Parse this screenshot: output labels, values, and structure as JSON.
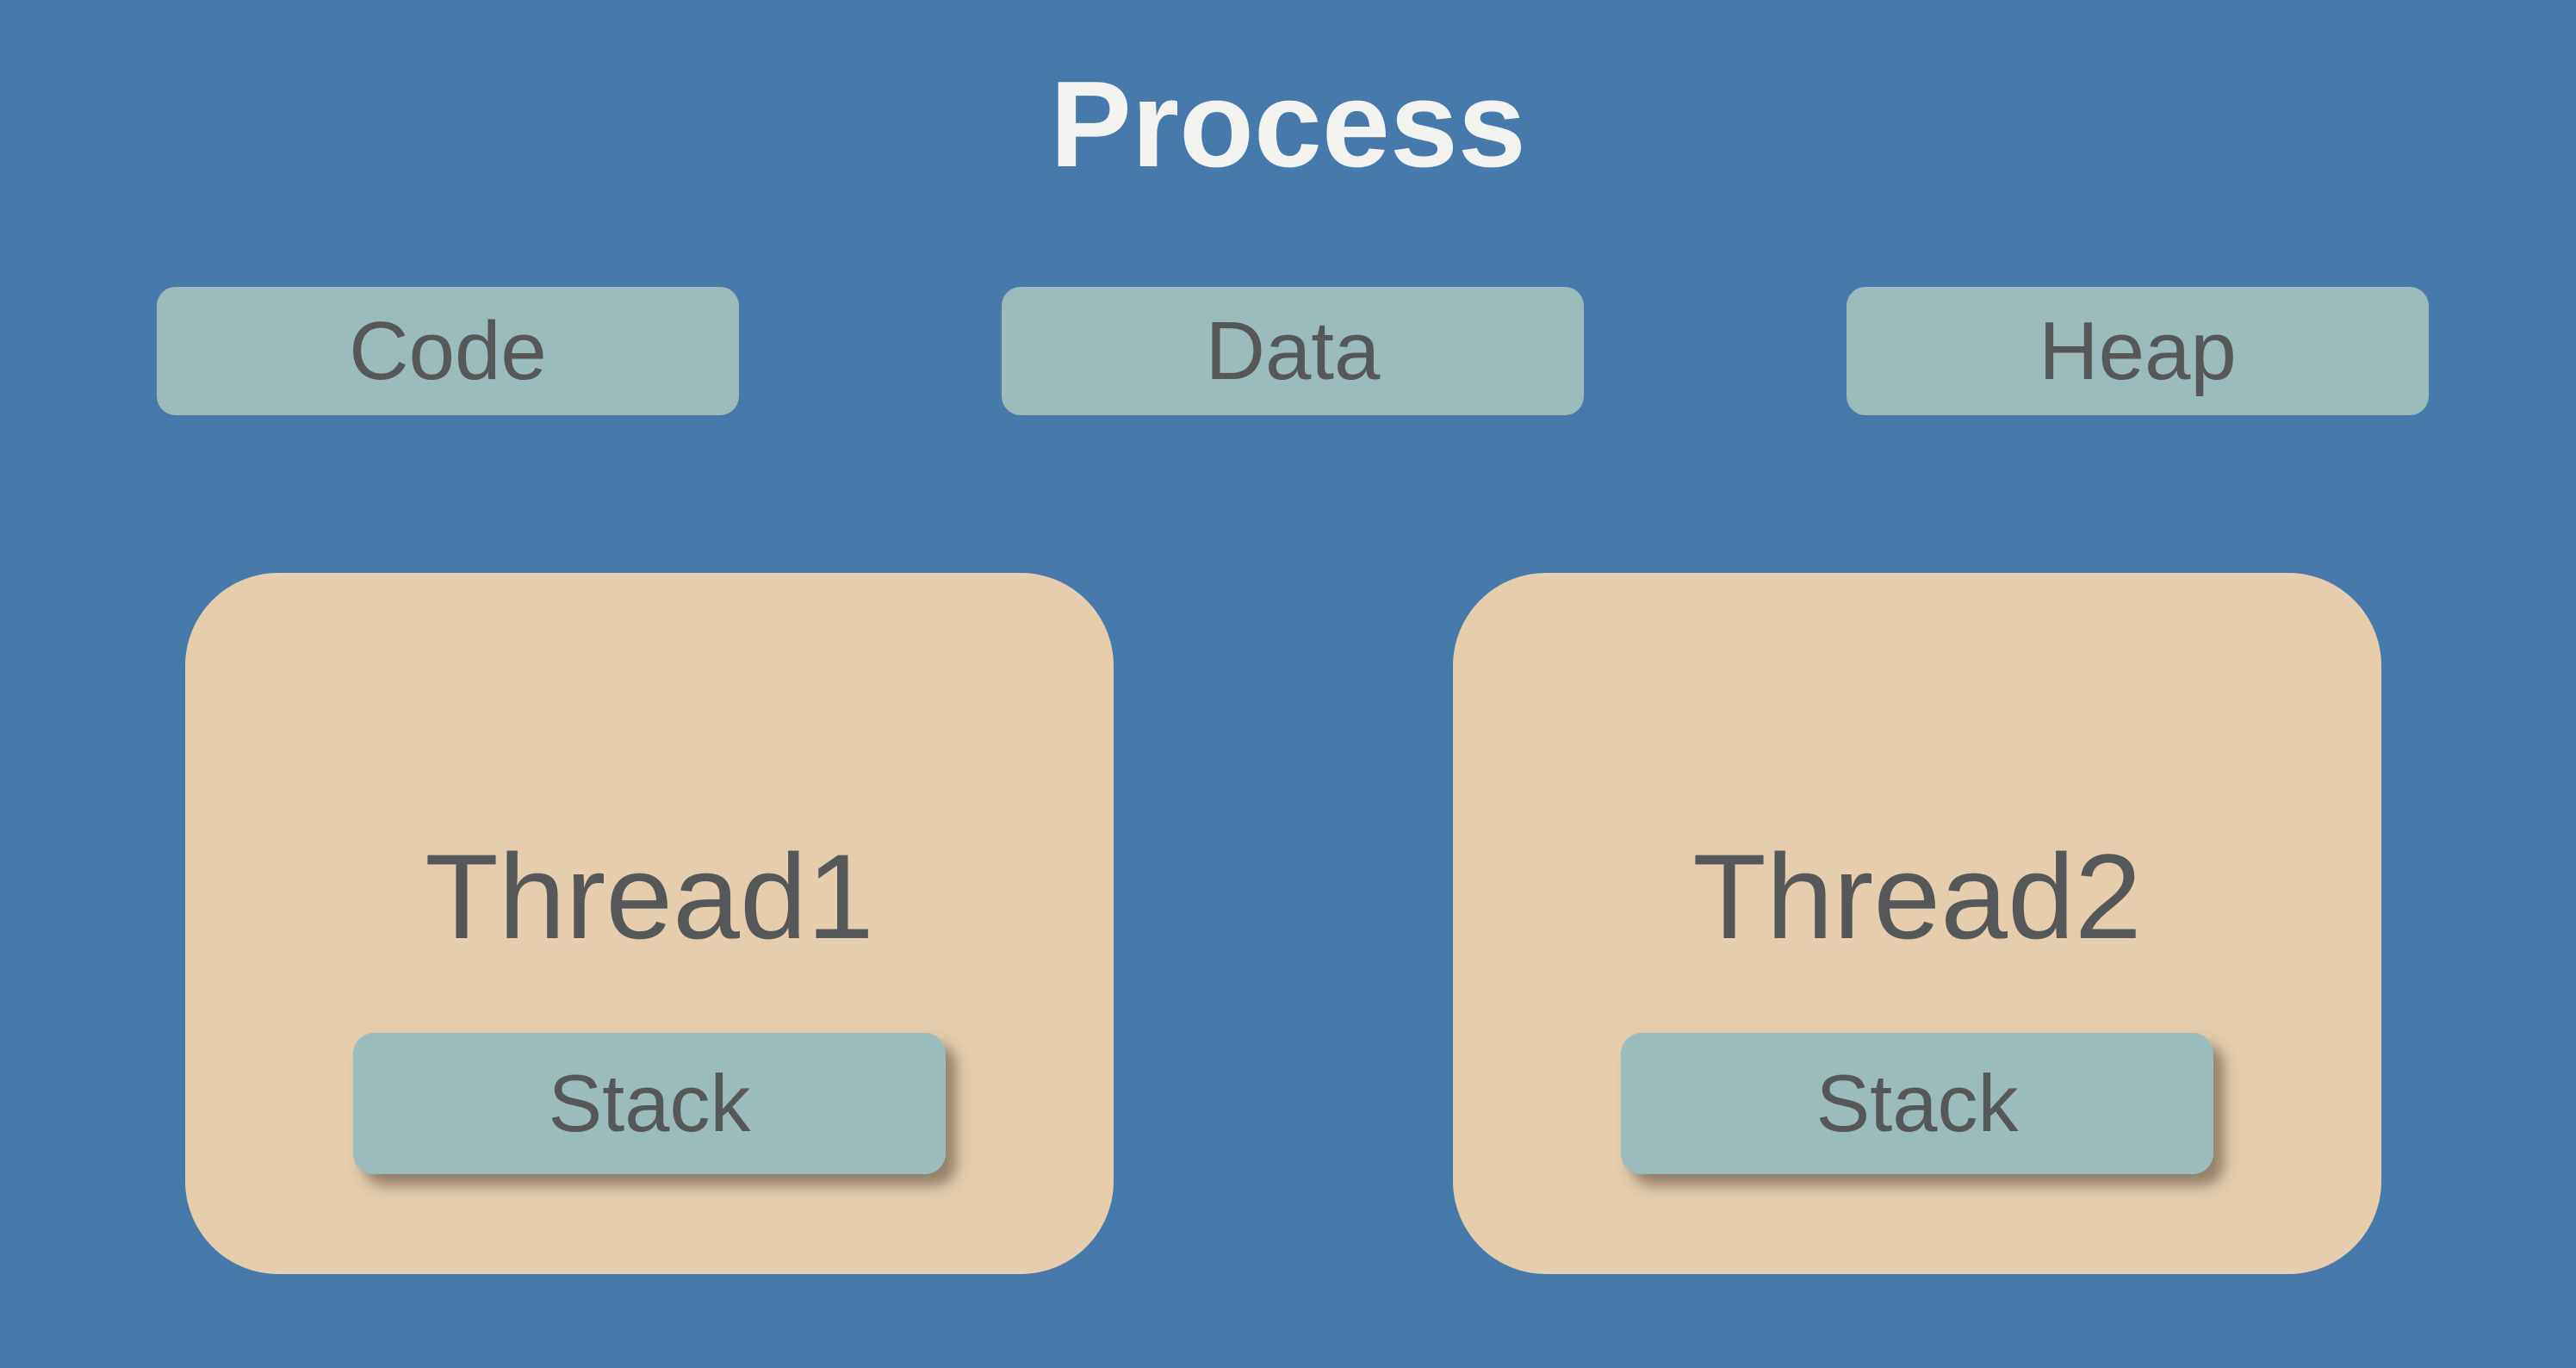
{
  "title": "Process",
  "memory_segments": [
    {
      "id": "code",
      "label": "Code"
    },
    {
      "id": "data",
      "label": "Data"
    },
    {
      "id": "heap",
      "label": "Heap"
    }
  ],
  "threads": [
    {
      "id": "thread1",
      "label": "Thread1",
      "stack_label": "Stack"
    },
    {
      "id": "thread2",
      "label": "Thread2",
      "stack_label": "Stack"
    }
  ],
  "colors": {
    "background": "#4879AB",
    "segment-fill": "#9BBBBD",
    "thread-fill": "#E5CDAD",
    "label-text": "#565758",
    "title-text": "#F2F2F0"
  }
}
